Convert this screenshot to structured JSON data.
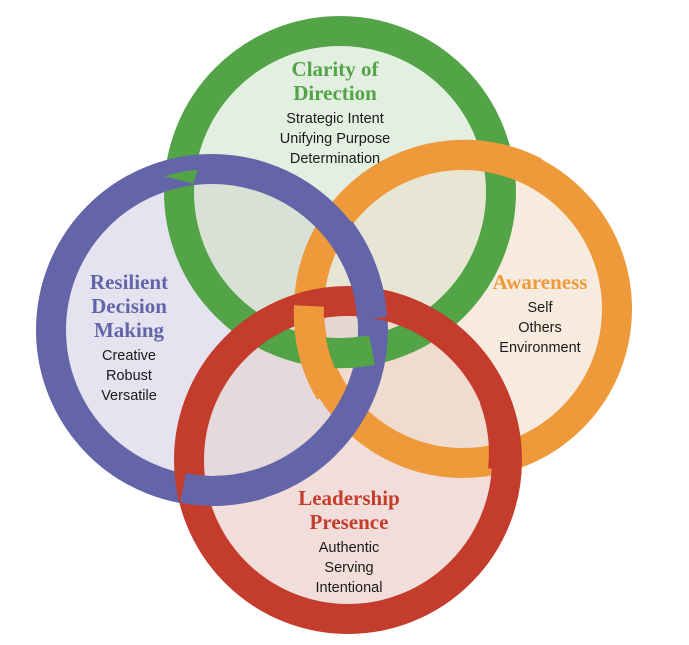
{
  "colors": {
    "green": "#52a447",
    "orange": "#ee9a3a",
    "purple": "#6464a8",
    "red": "#c43c2c",
    "green_fill": "#e3efe1",
    "orange_fill": "#f6ebde",
    "purple_fill": "#e4e3ef",
    "red_fill": "#f1ddd9",
    "overlap_fill": "#e6dccf"
  },
  "circles": {
    "clarity": {
      "title": [
        "Clarity of",
        "Direction"
      ],
      "items": [
        "Strategic Intent",
        "Unifying Purpose",
        "Determination"
      ]
    },
    "awareness": {
      "title": [
        "Awareness"
      ],
      "items": [
        "Self",
        "Others",
        "Environment"
      ]
    },
    "resilient": {
      "title": [
        "Resilient",
        "Decision",
        "Making"
      ],
      "items": [
        "Creative",
        "Robust",
        "Versatile"
      ]
    },
    "leadership": {
      "title": [
        "Leadership",
        "Presence"
      ],
      "items": [
        "Authentic",
        "Serving",
        "Intentional"
      ]
    }
  }
}
